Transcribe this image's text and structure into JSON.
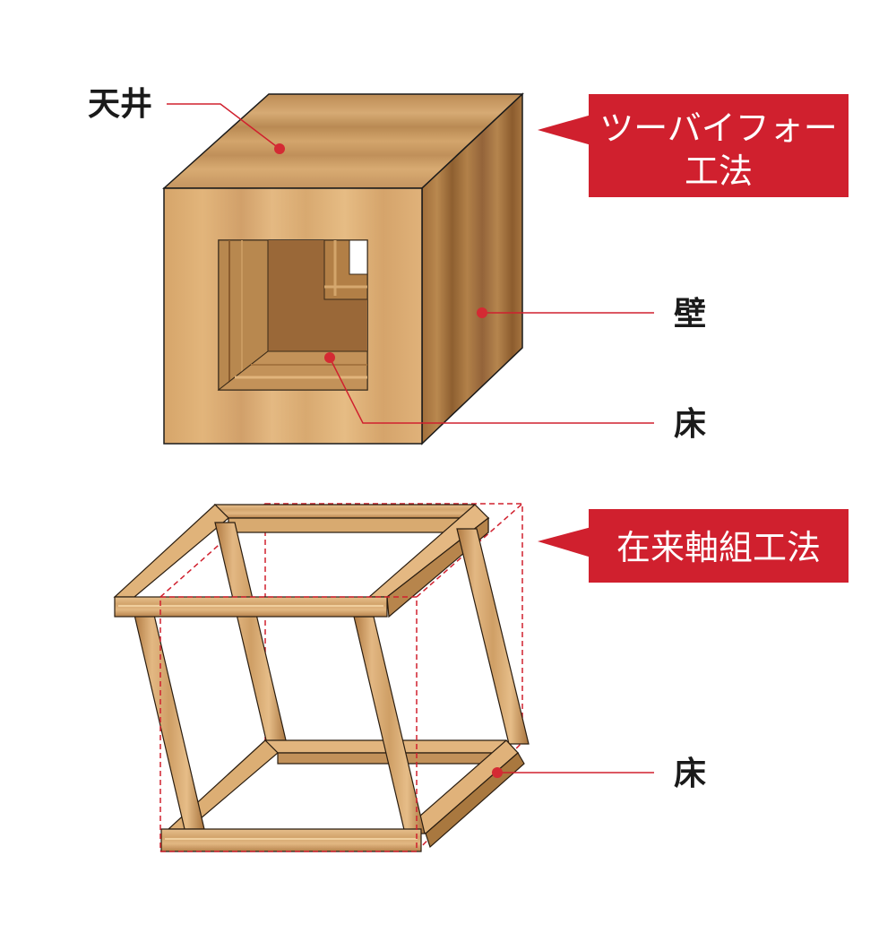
{
  "top_diagram": {
    "method_badge": {
      "line1": "ツーバイフォー",
      "line2": "工法"
    },
    "labels": {
      "ceiling": "天井",
      "wall": "壁",
      "floor": "床"
    }
  },
  "bottom_diagram": {
    "method_badge": {
      "line1": "在来軸組工法"
    },
    "labels": {
      "floor": "床"
    }
  },
  "colors": {
    "accent_red": "#d0202e",
    "dot_red": "#d42a33",
    "wood_front": "#dcae72",
    "wood_top": "#c99a5f",
    "wood_side": "#9d6c37",
    "wood_interior": "#9a6a39",
    "label_text": "#1a1a1a"
  }
}
